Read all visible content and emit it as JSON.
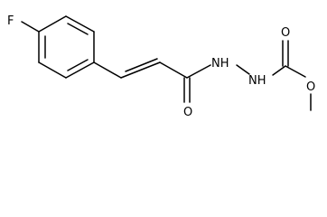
{
  "molecule": {
    "atoms": {
      "fluorine": "F",
      "carbonyl_oxygen": "O",
      "nitrogen_1": "NH",
      "nitrogen_2": "NH",
      "ester_carbonyl_oxygen": "O",
      "ester_oxygen": "O"
    },
    "colors": {
      "bond": "#000000",
      "label": "#000000",
      "background": "#ffffff"
    }
  }
}
